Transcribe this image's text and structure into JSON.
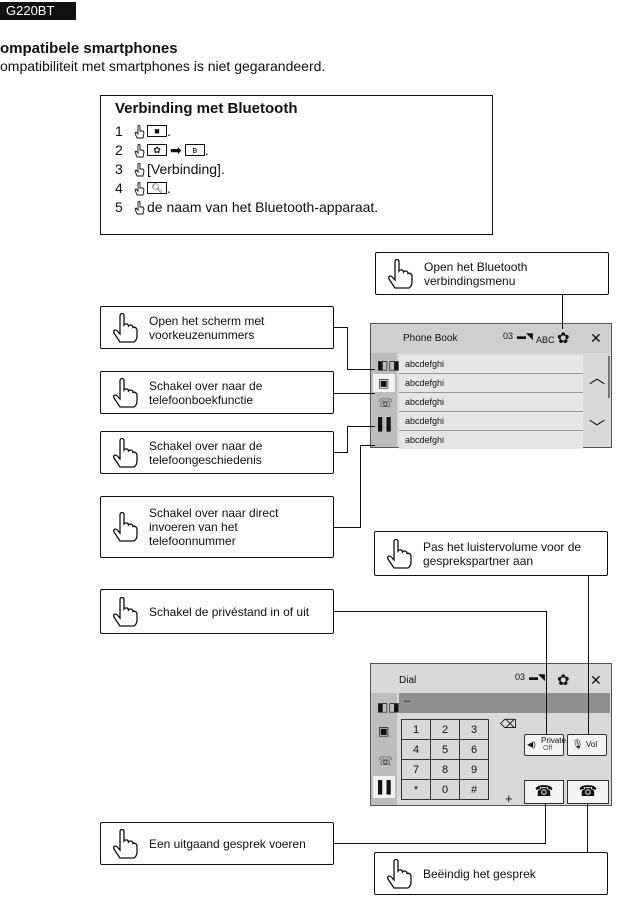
{
  "header": {
    "model_badge": "G220BT",
    "title": "ompatibele smartphones",
    "subtitle": "ompatibiliteit met smartphones is niet gegarandeerd."
  },
  "procedure": {
    "title": "Verbinding met Bluetooth",
    "steps": [
      {
        "num": "1",
        "tail": "."
      },
      {
        "num": "2",
        "tail": "."
      },
      {
        "num": "3",
        "text": "[Verbinding]."
      },
      {
        "num": "4",
        "tail": "."
      },
      {
        "num": "5",
        "text": "de naam van het Bluetooth-apparaat."
      }
    ]
  },
  "callouts": {
    "bt_menu": "Open het Bluetooth verbindingsmenu",
    "preset": "Open het scherm met voorkeuzenummers",
    "phonebook": "Schakel over naar de telefoonboekfunctie",
    "history": "Schakel over naar de telefoongeschiedenis",
    "direct": "Schakel over naar direct invoeren van het telefoonnummer",
    "volume": "Pas het luistervolume voor de gesprekspartner aan",
    "private": "Schakel de privéstand in of uit",
    "call": "Een uitgaand gesprek voeren",
    "end": "Beëindig het gesprek"
  },
  "phonebook_screen": {
    "title": "Phone Book",
    "status": "03",
    "abc": "ABC",
    "entries": [
      "abcdefghi",
      "abcdefghi",
      "abcdefghi",
      "abcdefghi",
      "abcdefghi"
    ]
  },
  "dial_screen": {
    "title": "Dial",
    "status": "03",
    "input": "–",
    "keys": [
      [
        "1",
        "2",
        "3"
      ],
      [
        "4",
        "5",
        "6"
      ],
      [
        "7",
        "8",
        "9"
      ],
      [
        "*",
        "0",
        "#"
      ]
    ],
    "plus": "+",
    "private_label": "Private",
    "private_state": "Off",
    "vol_label": "Vol"
  }
}
